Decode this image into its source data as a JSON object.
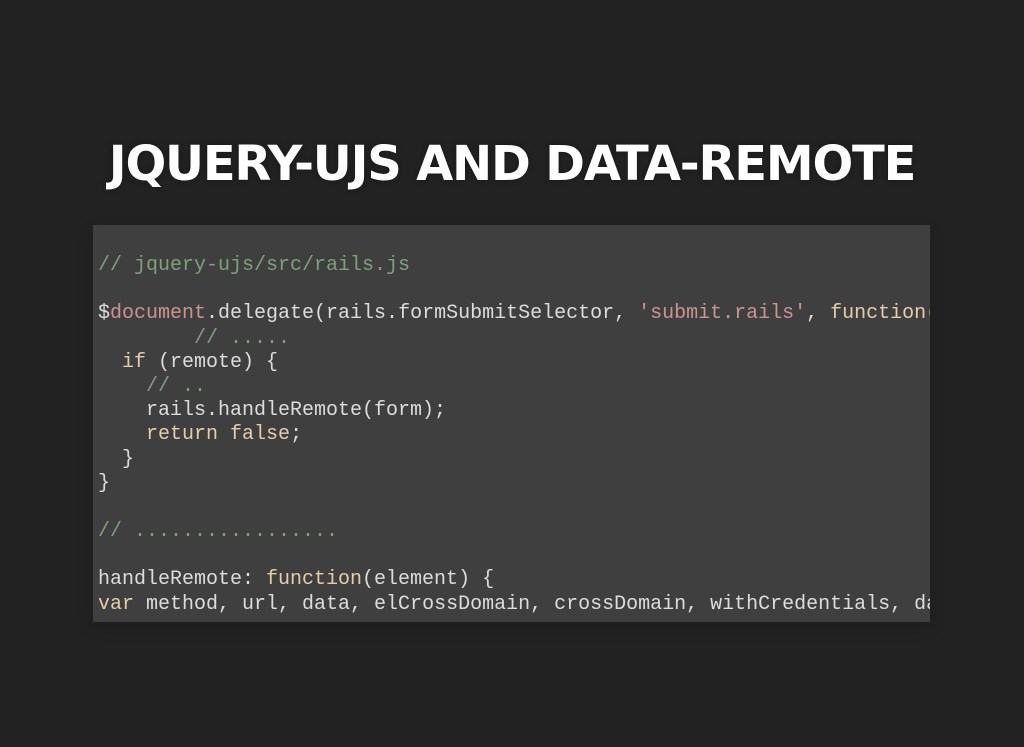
{
  "slide": {
    "title": "JQUERY-UJS AND DATA-REMOTE"
  },
  "code": {
    "lines": [
      [
        {
          "t": "// jquery-ujs/src/rails.js",
          "c": "cm"
        }
      ],
      [],
      [
        {
          "t": "$",
          "c": "pl"
        },
        {
          "t": "document",
          "c": "var"
        },
        {
          "t": ".delegate(rails.formSubmitSelector, ",
          "c": "pl"
        },
        {
          "t": "'submit.rails'",
          "c": "str"
        },
        {
          "t": ", ",
          "c": "pl"
        },
        {
          "t": "function(e) {",
          "c": "kw"
        }
      ],
      [
        {
          "t": "        // .....",
          "c": "cm"
        }
      ],
      [
        {
          "t": "  ",
          "c": "pl"
        },
        {
          "t": "if",
          "c": "kw"
        },
        {
          "t": " (remote) {",
          "c": "pl"
        }
      ],
      [
        {
          "t": "    // ..",
          "c": "cm"
        }
      ],
      [
        {
          "t": "    rails.handleRemote(form);",
          "c": "pl"
        }
      ],
      [
        {
          "t": "    ",
          "c": "pl"
        },
        {
          "t": "return",
          "c": "kw"
        },
        {
          "t": " ",
          "c": "pl"
        },
        {
          "t": "false",
          "c": "kw"
        },
        {
          "t": ";",
          "c": "pl"
        }
      ],
      [
        {
          "t": "  }",
          "c": "pl"
        }
      ],
      [
        {
          "t": "}",
          "c": "pl"
        }
      ],
      [],
      [
        {
          "t": "// .................",
          "c": "cm"
        }
      ],
      [],
      [
        {
          "t": "handleRemote: ",
          "c": "pl"
        },
        {
          "t": "function",
          "c": "kw"
        },
        {
          "t": "(element) {",
          "c": "pl"
        }
      ],
      [
        {
          "t": "var",
          "c": "kw"
        },
        {
          "t": " method, url, data, elCrossDomain, crossDomain, withCredentials, dataType",
          "c": "pl"
        }
      ]
    ]
  }
}
